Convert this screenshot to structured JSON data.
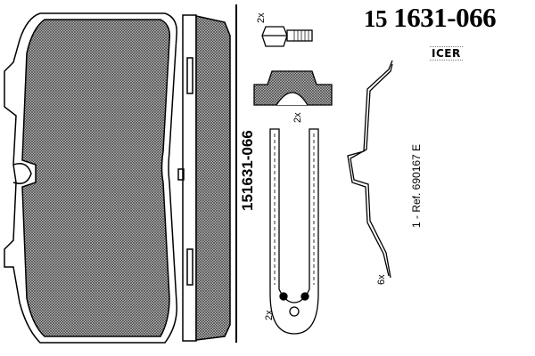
{
  "title": {
    "prefix": "15",
    "number": "1631-066"
  },
  "brand": "ICER",
  "side_label": "151631-066",
  "reference": "1 - Ref. 690167 E",
  "quantities": {
    "bolt": "2x",
    "wedge": "2x",
    "bracket": "2x",
    "spring": "6x"
  }
}
